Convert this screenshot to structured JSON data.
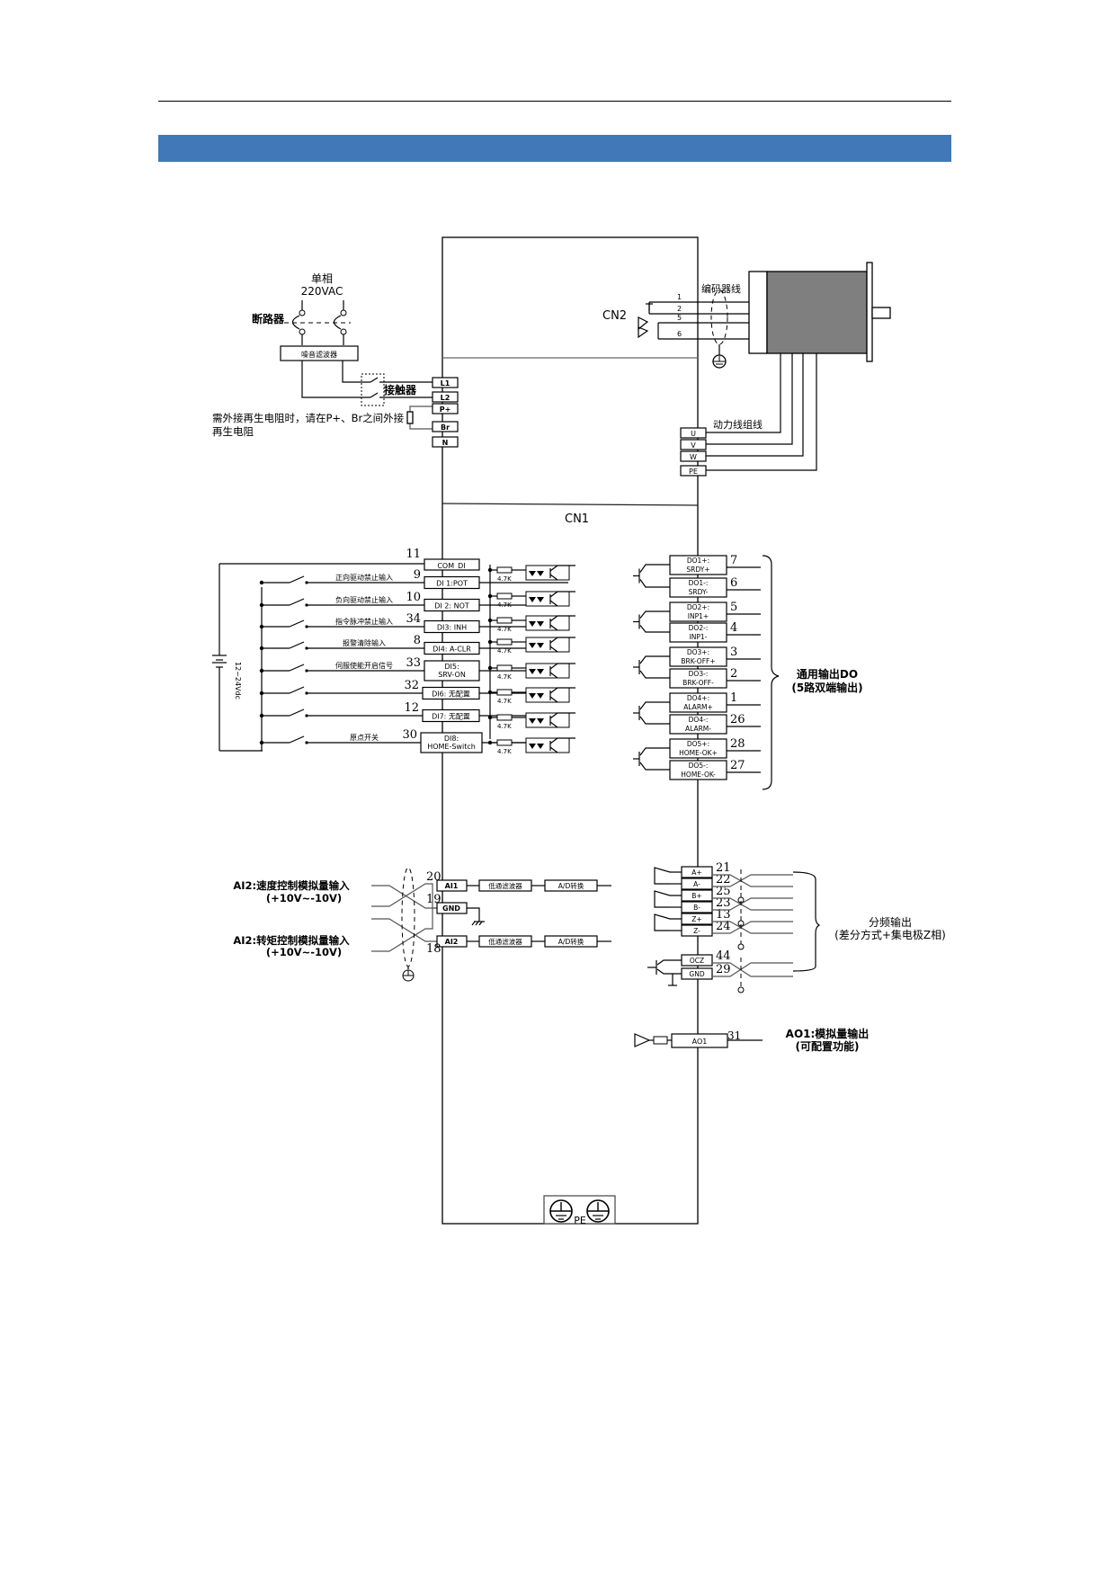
{
  "page": {
    "header_bar_color": "#4178b8"
  },
  "power": {
    "supply_line1": "单相",
    "supply_line2": "220VAC",
    "breaker_label": "断路器",
    "filter_label": "噪音滤波器",
    "contactor_label": "接触器",
    "regen_note_line1": "需外接再生电阻时，请在P+、Br之间外接",
    "regen_note_line2": "再生电阻",
    "terminals": [
      "L1",
      "L2",
      "P+",
      "Br",
      "N"
    ]
  },
  "encoder": {
    "connector_label": "CN2",
    "cable_label": "编码器线",
    "pins": [
      "1",
      "2",
      "5",
      "6"
    ]
  },
  "motor_power": {
    "cable_label": "动力线组线",
    "terminals": [
      "U",
      "V",
      "W",
      "PE"
    ]
  },
  "cn1": {
    "connector_label": "CN1"
  },
  "digital_inputs": {
    "supply_label": "12~24Vdc",
    "resistor_label": "4.7K",
    "common": {
      "pin": "11",
      "label": "COM_DI"
    },
    "items": [
      {
        "pin": "9",
        "label": "DI 1:POT",
        "desc": "正向驱动禁止输入"
      },
      {
        "pin": "10",
        "label": "DI 2: NOT",
        "desc": "负向驱动禁止输入"
      },
      {
        "pin": "34",
        "label": "DI3: INH",
        "desc": "指令脉冲禁止输入"
      },
      {
        "pin": "8",
        "label": "DI4: A-CLR",
        "desc": "报警清除输入"
      },
      {
        "pin": "33",
        "label": "DI5:\nSRV-ON",
        "desc": "伺服使能开启信号"
      },
      {
        "pin": "32",
        "label": "DI6: 无配置",
        "desc": ""
      },
      {
        "pin": "12",
        "label": "DI7: 无配置",
        "desc": ""
      },
      {
        "pin": "30",
        "label": "DI8:\nHOME-Switch",
        "desc": "原点开关"
      }
    ]
  },
  "digital_outputs": {
    "group_label_line1": "通用输出DO",
    "group_label_line2": "(5路双端输出)",
    "items": [
      {
        "pin": "7",
        "label1": "DO1+:",
        "label2": "SRDY+"
      },
      {
        "pin": "6",
        "label1": "DO1-:",
        "label2": "SRDY-"
      },
      {
        "pin": "5",
        "label1": "DO2+:",
        "label2": "INP1+"
      },
      {
        "pin": "4",
        "label1": "DO2-:",
        "label2": "INP1-"
      },
      {
        "pin": "3",
        "label1": "DO3+:",
        "label2": "BRK-OFF+"
      },
      {
        "pin": "2",
        "label1": "DO3-:",
        "label2": "BRK-OFF-"
      },
      {
        "pin": "1",
        "label1": "DO4+:",
        "label2": "ALARM+"
      },
      {
        "pin": "26",
        "label1": "DO4-:",
        "label2": "ALARM-"
      },
      {
        "pin": "28",
        "label1": "DO5+:",
        "label2": "HOME-OK+"
      },
      {
        "pin": "27",
        "label1": "DO5-:",
        "label2": "HOME-OK-"
      }
    ]
  },
  "analog_inputs": {
    "ai1_desc_line1": "AI2:速度控制模拟量输入",
    "ai1_desc_line2": "(+10V~-10V)",
    "ai2_desc_line1": "AI2:转矩控制模拟量输入",
    "ai2_desc_line2": "(+10V~-10V)",
    "lpf_label": "低通滤波器",
    "adc_label": "A/D转换",
    "pins": [
      {
        "pin": "20",
        "label": "AI1"
      },
      {
        "pin": "19",
        "label": "GND"
      },
      {
        "pin": "18",
        "label": "AI2"
      }
    ]
  },
  "encoder_outputs": {
    "group_label_line1": "分频输出",
    "group_label_line2": "(差分方式+集电极Z相)",
    "items": [
      {
        "pin": "21",
        "label": "A+"
      },
      {
        "pin": "22",
        "label": "A-"
      },
      {
        "pin": "25",
        "label": "B+"
      },
      {
        "pin": "23",
        "label": "B-"
      },
      {
        "pin": "13",
        "label": "Z+"
      },
      {
        "pin": "24",
        "label": "Z-"
      },
      {
        "pin": "44",
        "label": "OCZ"
      },
      {
        "pin": "29",
        "label": "GND"
      }
    ]
  },
  "analog_output": {
    "pin": "31",
    "label": "AO1",
    "desc_line1": "AO1:模拟量输出",
    "desc_line2": "(可配置功能)"
  },
  "ground": {
    "label": "PE"
  }
}
